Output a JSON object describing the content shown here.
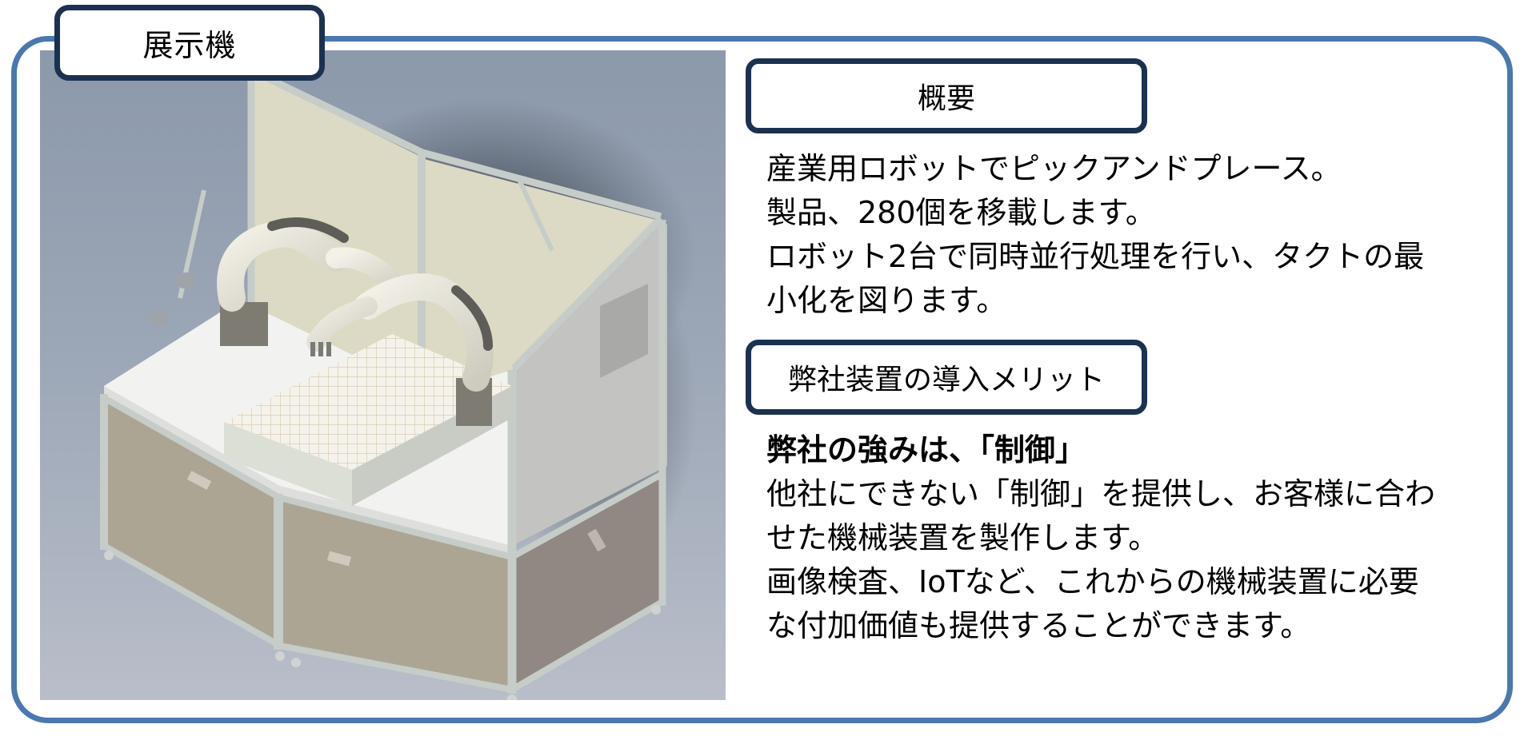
{
  "title_tab": {
    "label": "展示機"
  },
  "illustration": {
    "subject": "industrial-robot-pick-and-place-cell",
    "colors": {
      "background_top": "#8c99ab",
      "background_bottom": "#b9bec9",
      "frame_aluminium": "#c4cac6",
      "panel_beige": "#ada594",
      "panel_gray": "#918884",
      "acrylic_panel": "#dcdac4",
      "table_top": "#f2f3f1",
      "robot_body": "#e9e7dc"
    }
  },
  "sections": {
    "overview": {
      "heading": "概要",
      "lines": [
        "産業用ロボットでピックアンドプレース。",
        "製品、280個を移載します。",
        "ロボット2台で同時並行処理を行い、タクトの最",
        "小化を図ります。"
      ]
    },
    "merits": {
      "heading": "弊社装置の導入メリット",
      "lead": "弊社の強みは、「制御」",
      "lines": [
        "他社にできない「制御」を提供し、お客様に合わ",
        "せた機械装置を製作します。",
        "画像検査、IoTなど、これからの機械装置に必要",
        "な付加価値も提供することができます。"
      ]
    }
  },
  "colors": {
    "outer_frame": "#4a78b0",
    "heading_border": "#1b3150",
    "text": "#000000",
    "background": "#ffffff"
  }
}
